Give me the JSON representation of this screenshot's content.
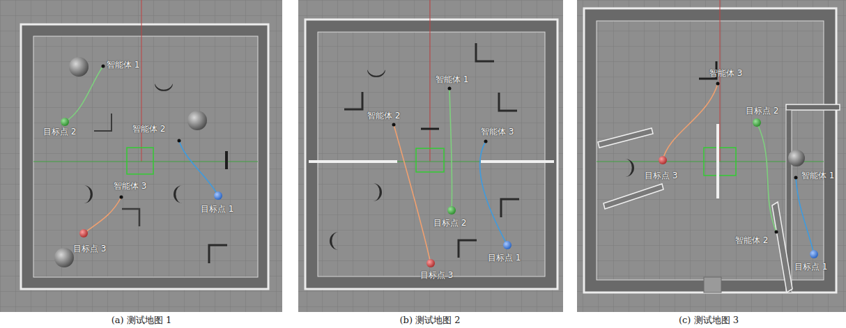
{
  "diagram": {
    "labels": [
      "智能体 1",
      "目标点 2",
      "智能体 2",
      "智能体 3",
      "目标点 1",
      "目标点 3",
      "(a) 测试地图 1",
      "智能体 1",
      "智能体 2",
      "智能体 3",
      "目标点 2",
      "目标点 3",
      "目标点 1",
      "(b) 测试地图 2",
      "智能体 3",
      "目标点 2",
      "目标点 3",
      "智能体 1",
      "智能体 2",
      "目标点 1",
      "(c) 测试地图 3"
    ]
  }
}
